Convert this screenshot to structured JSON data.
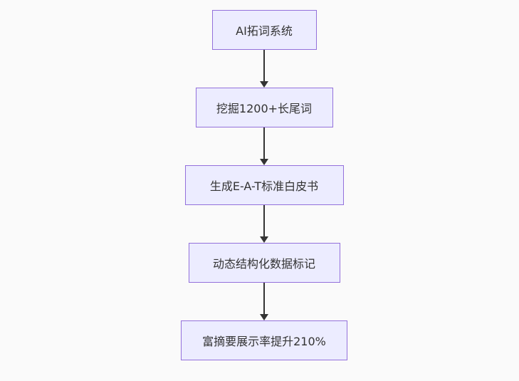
{
  "diagram": {
    "type": "flowchart",
    "direction": "top-down",
    "background": "#FAFAFA",
    "node_style": {
      "fill": "#ECECFF",
      "border": "#9370DB",
      "text_color": "#333333"
    },
    "arrow_color": "#333333",
    "nodes": [
      {
        "id": "A",
        "label": "AI拓词系统"
      },
      {
        "id": "B",
        "label": "挖掘1200+长尾词"
      },
      {
        "id": "C",
        "label": "生成E-A-T标准白皮书"
      },
      {
        "id": "D",
        "label": "动态结构化数据标记"
      },
      {
        "id": "E",
        "label": "富摘要展示率提升210%"
      }
    ],
    "edges": [
      {
        "from": "A",
        "to": "B"
      },
      {
        "from": "B",
        "to": "C"
      },
      {
        "from": "C",
        "to": "D"
      },
      {
        "from": "D",
        "to": "E"
      }
    ]
  }
}
